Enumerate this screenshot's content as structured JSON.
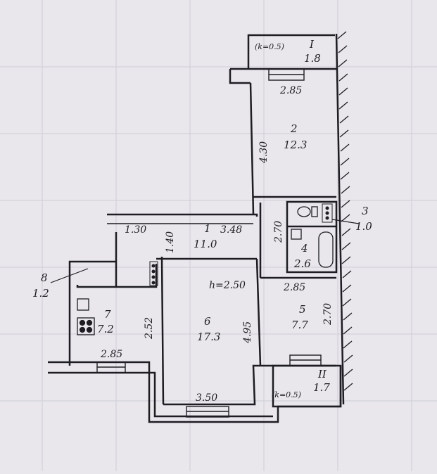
{
  "rooms": [
    {
      "id": "I",
      "area": "1.8",
      "k": "(k=0.5)"
    },
    {
      "id": "2",
      "area": "12.3"
    },
    {
      "id": "3",
      "area": "1.0"
    },
    {
      "id": "4",
      "area": "2.6"
    },
    {
      "id": "1",
      "area": "11.0"
    },
    {
      "id": "5",
      "area": "7.7"
    },
    {
      "id": "6",
      "area": "17.3",
      "height": "h=2.50"
    },
    {
      "id": "7",
      "area": "7.2"
    },
    {
      "id": "8",
      "area": "1.2"
    },
    {
      "id": "II",
      "area": "1.7",
      "k": "(k=0.5)"
    }
  ],
  "dimensions": [
    "2.85",
    "4.30",
    "2.70",
    "1.30",
    "1.40",
    "3.48",
    "2.85",
    "2.70",
    "2.52",
    "4.95",
    "2.85",
    "3.50"
  ],
  "colors": {
    "background": "#e9e7ec",
    "line": "#1d1d22",
    "grid": "#cfcdd6"
  }
}
